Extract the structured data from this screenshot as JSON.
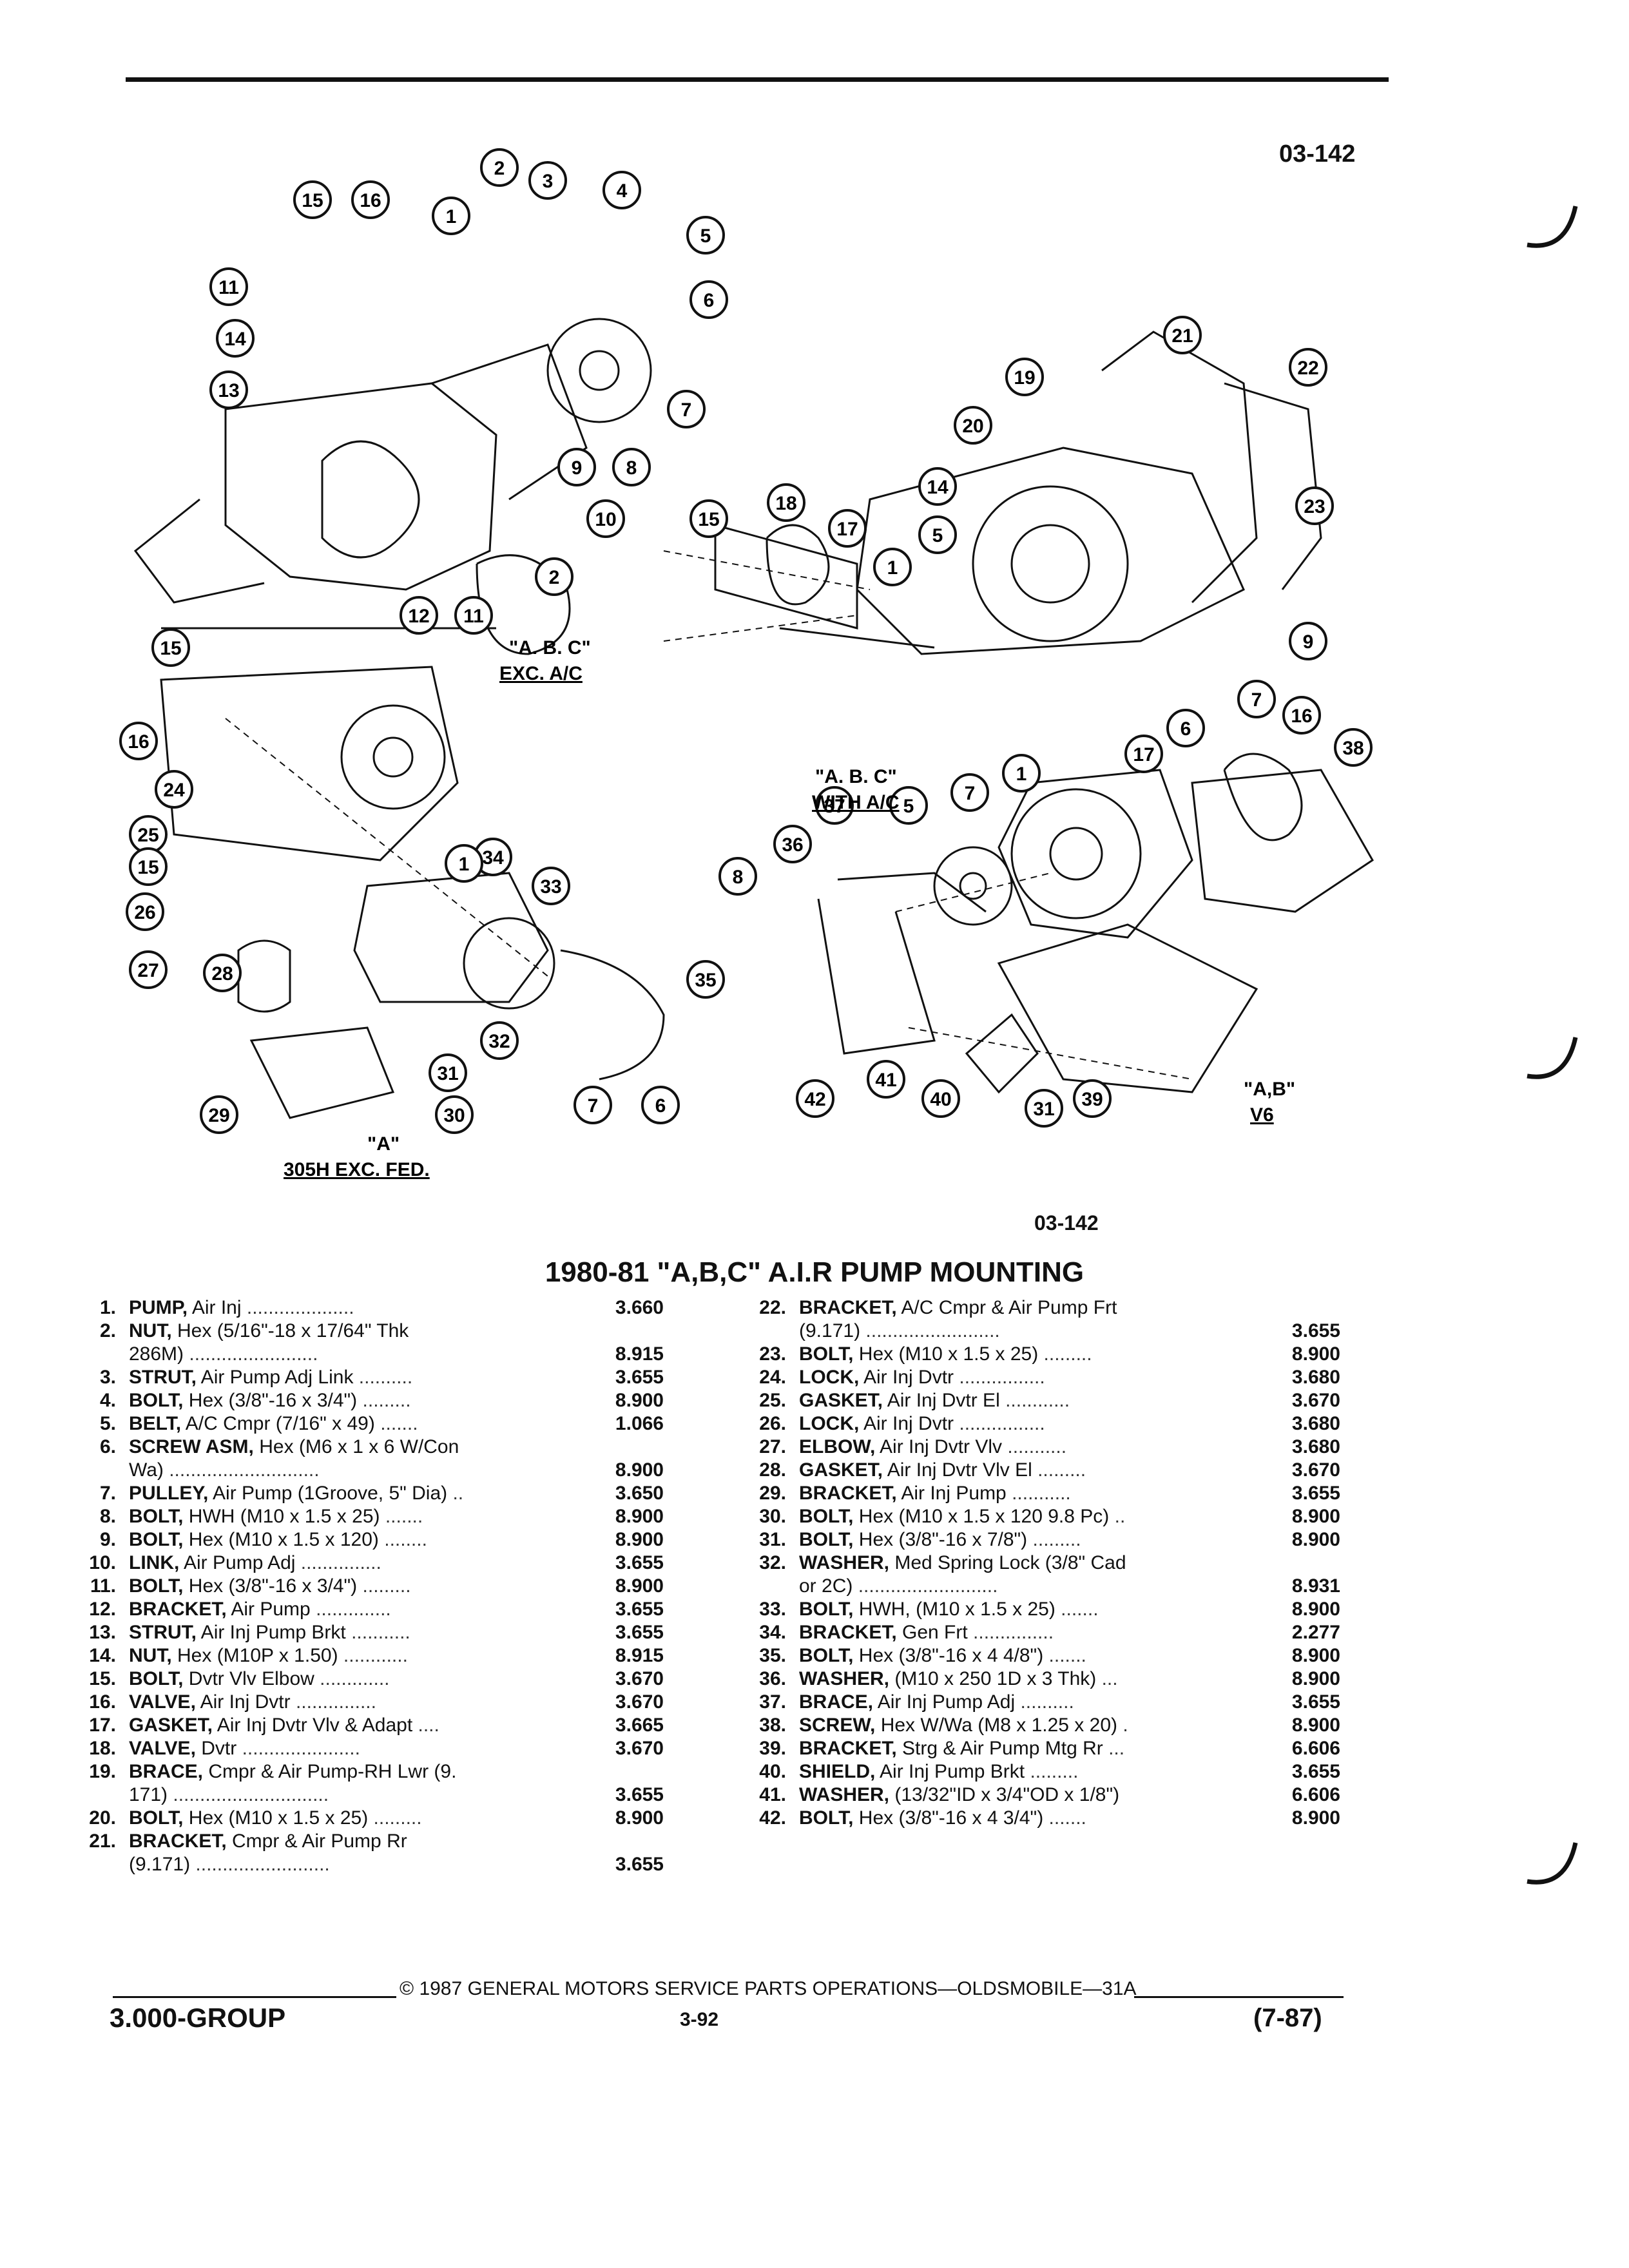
{
  "header": {
    "code_top": "03-142",
    "code_mid": "03-142"
  },
  "diagram": {
    "callouts": {
      "upper_left": [
        "15",
        "16",
        "2",
        "3",
        "4",
        "1",
        "5",
        "11",
        "6",
        "14",
        "13",
        "7",
        "9",
        "8",
        "10",
        "2",
        "12",
        "11"
      ],
      "upper_right": [
        "21",
        "22",
        "19",
        "20",
        "14",
        "23",
        "5",
        "18",
        "17",
        "15",
        "1",
        "9",
        "7",
        "6"
      ],
      "lower_left": [
        "15",
        "16",
        "24",
        "25",
        "15",
        "26",
        "34",
        "33",
        "1",
        "27",
        "28",
        "32",
        "31",
        "29",
        "30",
        "7",
        "6"
      ],
      "lower_right": [
        "16",
        "38",
        "17",
        "1",
        "7",
        "37",
        "5",
        "36",
        "8",
        "35",
        "41",
        "42",
        "40",
        "31",
        "39"
      ]
    },
    "captions": {
      "abc_exc_ac_1": "\"A. B. C\"",
      "abc_exc_ac_2": "EXC. A/C",
      "abc_with_ac_1": "\"A. B. C\"",
      "abc_with_ac_2": "WITH A/C",
      "a_305h_1": "\"A\"",
      "a_305h_2": "305H EXC. FED.",
      "ab_v6_1": "\"A,B\"",
      "ab_v6_2": "V6"
    }
  },
  "title": "1980-81 \"A,B,C\" A.I.R PUMP MOUNTING",
  "parts_left": [
    {
      "num": "1.",
      "name": "PUMP,",
      "desc": " Air Inj",
      "dots": " ....................",
      "pn": "3.660"
    },
    {
      "num": "2.",
      "name": "NUT,",
      "desc": " Hex (5/16\"-18 x 17/64\" Thk",
      "dots": "",
      "pn": ""
    },
    {
      "num": "",
      "name": "",
      "desc": "286M)",
      "dots": " ........................",
      "pn": "8.915"
    },
    {
      "num": "3.",
      "name": "STRUT,",
      "desc": " Air Pump Adj Link",
      "dots": " ..........",
      "pn": "3.655"
    },
    {
      "num": "4.",
      "name": "BOLT,",
      "desc": " Hex (3/8\"-16 x 3/4\")",
      "dots": " .........",
      "pn": "8.900"
    },
    {
      "num": "5.",
      "name": "BELT,",
      "desc": " A/C Cmpr (7/16\" x 49)",
      "dots": " .......",
      "pn": "1.066"
    },
    {
      "num": "6.",
      "name": "SCREW ASM,",
      "desc": " Hex (M6 x 1 x 6 W/Con",
      "dots": "",
      "pn": ""
    },
    {
      "num": "",
      "name": "",
      "desc": "Wa)",
      "dots": " ............................",
      "pn": "8.900"
    },
    {
      "num": "7.",
      "name": "PULLEY,",
      "desc": " Air Pump (1Groove, 5\" Dia)",
      "dots": " ..",
      "pn": "3.650"
    },
    {
      "num": "8.",
      "name": "BOLT,",
      "desc": " HWH (M10 x 1.5 x 25)",
      "dots": " .......",
      "pn": "8.900"
    },
    {
      "num": "9.",
      "name": "BOLT,",
      "desc": " Hex (M10 x 1.5 x 120)",
      "dots": " ........",
      "pn": "8.900"
    },
    {
      "num": "10.",
      "name": "LINK,",
      "desc": " Air Pump Adj",
      "dots": " ...............",
      "pn": "3.655"
    },
    {
      "num": "11.",
      "name": "BOLT,",
      "desc": " Hex (3/8\"-16 x 3/4\")",
      "dots": " .........",
      "pn": "8.900"
    },
    {
      "num": "12.",
      "name": "BRACKET,",
      "desc": " Air Pump",
      "dots": " ..............",
      "pn": "3.655"
    },
    {
      "num": "13.",
      "name": "STRUT,",
      "desc": " Air Inj Pump Brkt",
      "dots": " ...........",
      "pn": "3.655"
    },
    {
      "num": "14.",
      "name": "NUT,",
      "desc": " Hex (M10P x 1.50)",
      "dots": " ............",
      "pn": "8.915"
    },
    {
      "num": "15.",
      "name": "BOLT,",
      "desc": " Dvtr Vlv Elbow",
      "dots": " .............",
      "pn": "3.670"
    },
    {
      "num": "16.",
      "name": "VALVE,",
      "desc": " Air Inj Dvtr",
      "dots": " ...............",
      "pn": "3.670"
    },
    {
      "num": "17.",
      "name": "GASKET,",
      "desc": " Air Inj Dvtr Vlv & Adapt",
      "dots": " ....",
      "pn": "3.665"
    },
    {
      "num": "18.",
      "name": "VALVE,",
      "desc": " Dvtr",
      "dots": " ......................",
      "pn": "3.670"
    },
    {
      "num": "19.",
      "name": "BRACE,",
      "desc": " Cmpr & Air Pump-RH Lwr (9.",
      "dots": "",
      "pn": ""
    },
    {
      "num": "",
      "name": "",
      "desc": "171)",
      "dots": " .............................",
      "pn": "3.655"
    },
    {
      "num": "20.",
      "name": "BOLT,",
      "desc": " Hex (M10 x 1.5 x 25)",
      "dots": " .........",
      "pn": "8.900"
    },
    {
      "num": "21.",
      "name": "BRACKET,",
      "desc": " Cmpr & Air Pump Rr",
      "dots": "",
      "pn": ""
    },
    {
      "num": "",
      "name": "",
      "desc": "(9.171)",
      "dots": " .........................",
      "pn": "3.655"
    }
  ],
  "parts_right": [
    {
      "num": "22.",
      "name": "BRACKET,",
      "desc": " A/C Cmpr & Air Pump Frt",
      "dots": "",
      "pn": ""
    },
    {
      "num": "",
      "name": "",
      "desc": "(9.171)",
      "dots": " .........................",
      "pn": "3.655"
    },
    {
      "num": "23.",
      "name": "BOLT,",
      "desc": " Hex (M10 x 1.5 x 25)",
      "dots": " .........",
      "pn": "8.900"
    },
    {
      "num": "24.",
      "name": "LOCK,",
      "desc": " Air Inj Dvtr",
      "dots": " ................",
      "pn": "3.680"
    },
    {
      "num": "25.",
      "name": "GASKET,",
      "desc": " Air Inj Dvtr El",
      "dots": " ............",
      "pn": "3.670"
    },
    {
      "num": "26.",
      "name": "LOCK,",
      "desc": " Air Inj Dvtr",
      "dots": " ................",
      "pn": "3.680"
    },
    {
      "num": "27.",
      "name": "ELBOW,",
      "desc": " Air Inj Dvtr Vlv",
      "dots": " ...........",
      "pn": "3.680"
    },
    {
      "num": "28.",
      "name": "GASKET,",
      "desc": " Air Inj Dvtr Vlv El",
      "dots": " .........",
      "pn": "3.670"
    },
    {
      "num": "29.",
      "name": "BRACKET,",
      "desc": " Air Inj Pump",
      "dots": " ...........",
      "pn": "3.655"
    },
    {
      "num": "30.",
      "name": "BOLT,",
      "desc": " Hex (M10 x 1.5 x 120 9.8 Pc)",
      "dots": " ..",
      "pn": "8.900"
    },
    {
      "num": "31.",
      "name": "BOLT,",
      "desc": " Hex (3/8\"-16 x 7/8\")",
      "dots": " .........",
      "pn": "8.900"
    },
    {
      "num": "32.",
      "name": "WASHER,",
      "desc": " Med Spring Lock (3/8\" Cad",
      "dots": "",
      "pn": ""
    },
    {
      "num": "",
      "name": "",
      "desc": "or 2C)",
      "dots": " ..........................",
      "pn": "8.931"
    },
    {
      "num": "33.",
      "name": "BOLT,",
      "desc": " HWH, (M10 x 1.5 x 25)",
      "dots": " .......",
      "pn": "8.900"
    },
    {
      "num": "34.",
      "name": "BRACKET,",
      "desc": " Gen Frt",
      "dots": " ...............",
      "pn": "2.277"
    },
    {
      "num": "35.",
      "name": "BOLT,",
      "desc": " Hex (3/8\"-16 x 4 4/8\")",
      "dots": " .......",
      "pn": "8.900"
    },
    {
      "num": "36.",
      "name": "WASHER,",
      "desc": " (M10 x 250 1D x 3 Thk)",
      "dots": " ...",
      "pn": "8.900"
    },
    {
      "num": "37.",
      "name": "BRACE,",
      "desc": " Air Inj Pump Adj",
      "dots": " ..........",
      "pn": "3.655"
    },
    {
      "num": "38.",
      "name": "SCREW,",
      "desc": " Hex W/Wa (M8 x 1.25 x 20)",
      "dots": " .",
      "pn": "8.900"
    },
    {
      "num": "39.",
      "name": "BRACKET,",
      "desc": " Strg & Air Pump Mtg Rr",
      "dots": " ...",
      "pn": "6.606"
    },
    {
      "num": "40.",
      "name": "SHIELD,",
      "desc": " Air Inj Pump Brkt",
      "dots": " .........",
      "pn": "3.655"
    },
    {
      "num": "41.",
      "name": "WASHER,",
      "desc": " (13/32\"ID x 3/4\"OD x 1/8\")",
      "dots": "",
      "pn": "6.606"
    },
    {
      "num": "42.",
      "name": "BOLT,",
      "desc": " Hex (3/8\"-16 x 4 3/4\")",
      "dots": " .......",
      "pn": "8.900"
    }
  ],
  "footer": {
    "copyright": "© 1987 GENERAL MOTORS SERVICE PARTS OPERATIONS—OLDSMOBILE—31A",
    "group": "3.000-GROUP",
    "page": "3-92",
    "revision": "(7-87)"
  }
}
